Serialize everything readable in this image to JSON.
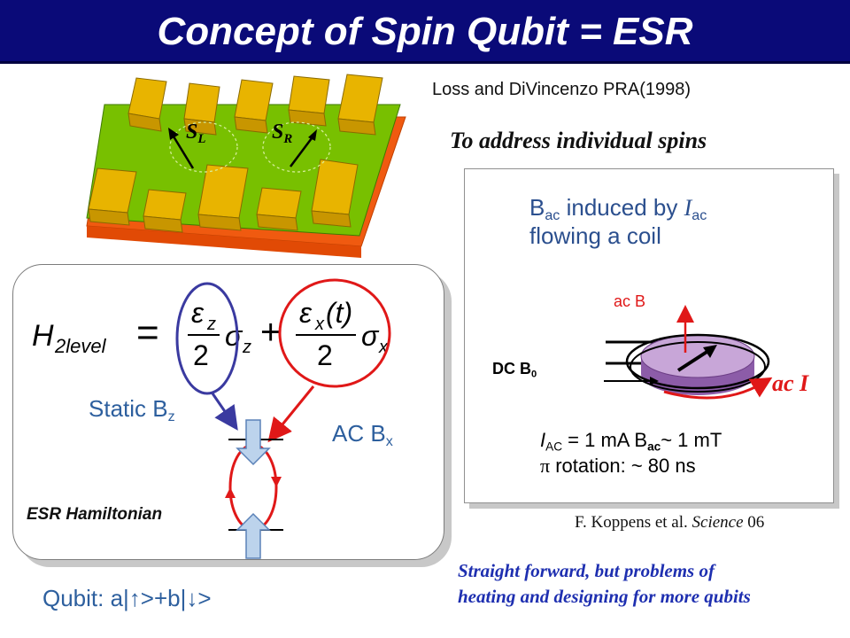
{
  "slide": {
    "title": "Concept of Spin Qubit = ESR"
  },
  "reference_top": "Loss and DiVincenzo PRA(1998)",
  "device": {
    "spin_left": {
      "base": "S",
      "sub": "L"
    },
    "spin_right": {
      "base": "S",
      "sub": "R"
    }
  },
  "address_heading": "To address individual spins",
  "coil_panel": {
    "bac_base": "B",
    "bac_sub": "ac",
    "induced_by": " induced by ",
    "iac_base": "I",
    "iac_sub": "ac",
    "flowing": "flowing a coil",
    "ac_b_label": "ac B",
    "dc_base": "DC B",
    "dc_sub": "0",
    "ac_i_label": "ac I",
    "iac_line_base": "I",
    "iac_line_sub": "AC",
    "iac_line_mid": " = 1 mA B",
    "iac_line_sub2": "ac",
    "iac_line_end": "~ 1 mT",
    "pi_symbol": "π",
    "pi_text": " rotation: ~ 80 ns"
  },
  "citation": {
    "prefix": "F. Koppens et al. ",
    "journal": "Science",
    "year": " 06"
  },
  "hamiltonian_panel": {
    "static_base": "Static B",
    "static_sub": "z",
    "ac_base": "AC B",
    "ac_sub": "x",
    "esr_label": "ESR Hamiltonian"
  },
  "qubit_label": "Qubit: a|↑>+b|↓>",
  "conclusion": {
    "line1": "Straight forward, but problems of",
    "line2": "heating and designing for more qubits"
  },
  "colors": {
    "title_bg": "#0a0a78",
    "blue_circle": "#3a3aa0",
    "red": "#e01818",
    "label_blue": "#2d5f9e",
    "conclusion_blue": "#1e2fb0"
  }
}
